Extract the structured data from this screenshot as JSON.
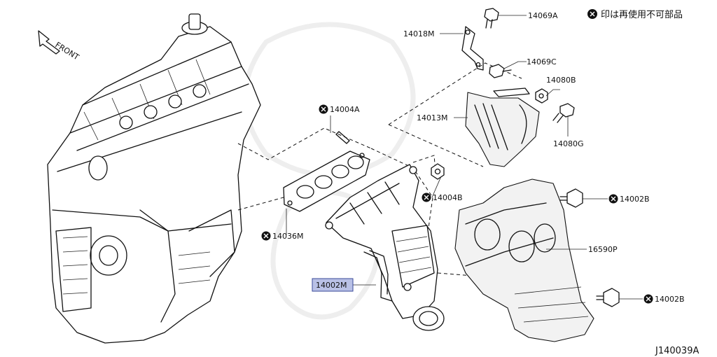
{
  "notice": {
    "text": "印は再使用不可部品",
    "icon": "x-circle-icon"
  },
  "drawing_id": "J140039A",
  "front_label": "FRONT",
  "parts": [
    {
      "id": "14069A",
      "x_mark": false,
      "highlight": false
    },
    {
      "id": "14018M",
      "x_mark": false,
      "highlight": false
    },
    {
      "id": "14069C",
      "x_mark": false,
      "highlight": false
    },
    {
      "id": "14080B",
      "x_mark": false,
      "highlight": false
    },
    {
      "id": "14013M",
      "x_mark": false,
      "highlight": false
    },
    {
      "id": "14080G",
      "x_mark": false,
      "highlight": false
    },
    {
      "id": "14004A",
      "x_mark": true,
      "highlight": false
    },
    {
      "id": "14004B",
      "x_mark": true,
      "highlight": false
    },
    {
      "id": "14002B",
      "x_mark": true,
      "highlight": false
    },
    {
      "id": "14036M",
      "x_mark": true,
      "highlight": false
    },
    {
      "id": "16590P",
      "x_mark": false,
      "highlight": false
    },
    {
      "id": "14002M",
      "x_mark": false,
      "highlight": true
    },
    {
      "id": "14002B",
      "x_mark": true,
      "highlight": false
    }
  ],
  "colors": {
    "highlight_fill": "#b9c1e6",
    "ink": "#111111"
  }
}
